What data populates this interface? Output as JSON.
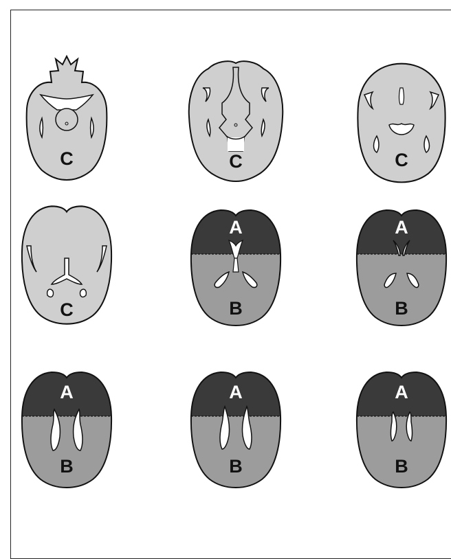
{
  "colors": {
    "light_region": "#cfcfcf",
    "region_a": "#3a3a3a",
    "region_b": "#9c9c9c",
    "outline": "#111111",
    "cavity": "#ffffff"
  },
  "panels": [
    {
      "id": "r1c1",
      "kind": "base",
      "labels": {
        "c": "C"
      }
    },
    {
      "id": "r1c2",
      "kind": "base",
      "labels": {
        "c": "C"
      }
    },
    {
      "id": "r1c3",
      "kind": "base",
      "labels": {
        "c": "C"
      }
    },
    {
      "id": "r2c1",
      "kind": "base",
      "labels": {
        "c": "C"
      }
    },
    {
      "id": "r2c2",
      "kind": "split",
      "labels": {
        "a": "A",
        "b": "B"
      }
    },
    {
      "id": "r2c3",
      "kind": "split",
      "labels": {
        "a": "A",
        "b": "B"
      }
    },
    {
      "id": "r3c1",
      "kind": "split",
      "labels": {
        "a": "A",
        "b": "B"
      }
    },
    {
      "id": "r3c2",
      "kind": "split",
      "labels": {
        "a": "A",
        "b": "B"
      }
    },
    {
      "id": "r3c3",
      "kind": "split",
      "labels": {
        "a": "A",
        "b": "B"
      }
    }
  ]
}
